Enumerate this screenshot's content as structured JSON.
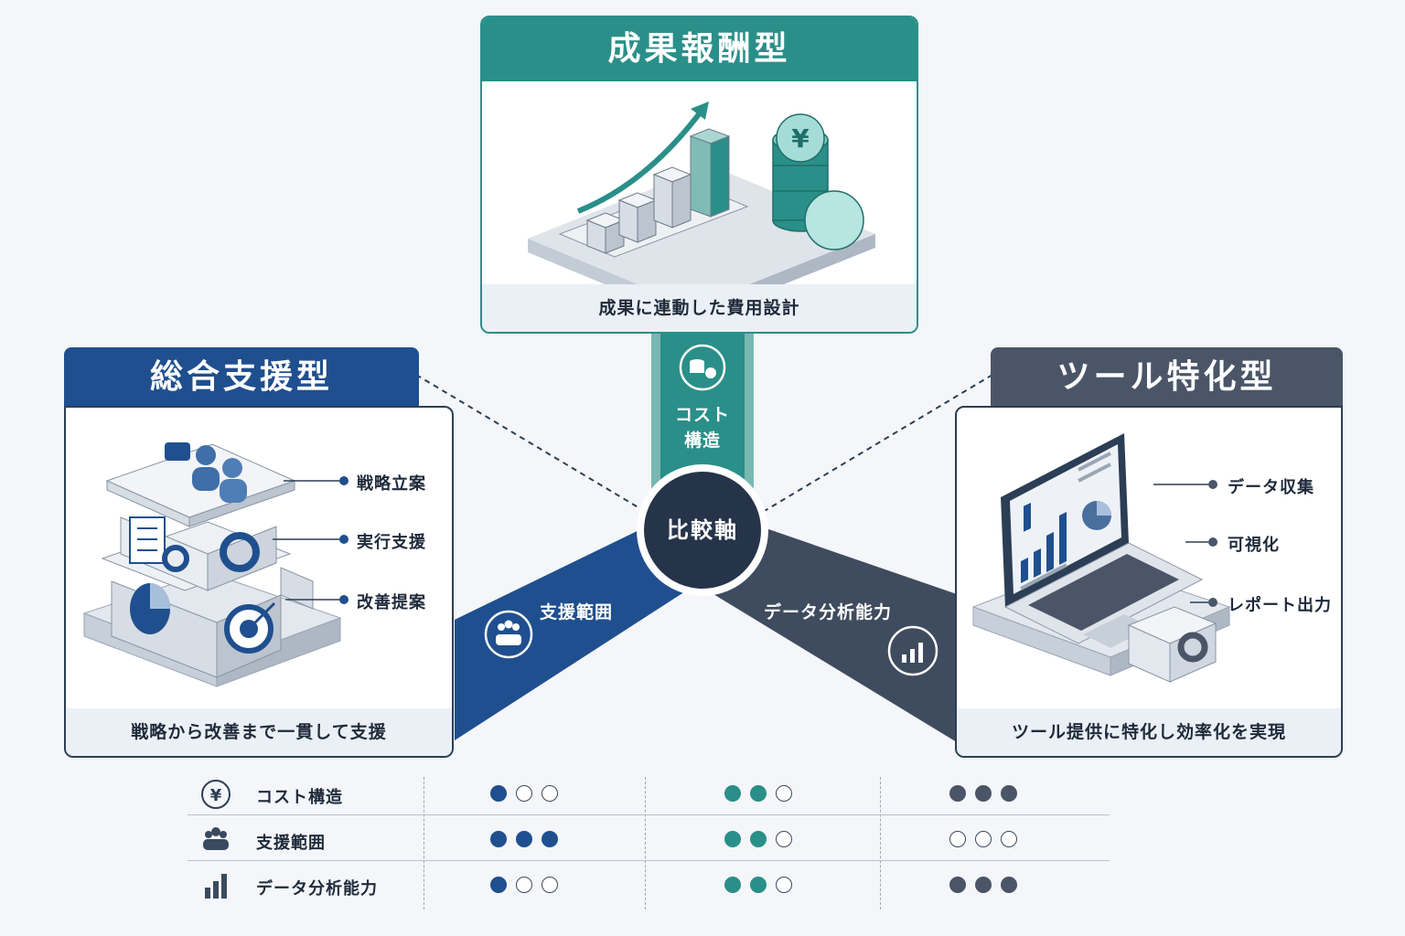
{
  "colors": {
    "blue": "#1f4f8e",
    "teal": "#2a8f89",
    "slate": "#4a5568",
    "navy": "#2c3e55"
  },
  "center": {
    "label": "比較軸"
  },
  "types": {
    "top": {
      "title": "成果報酬型",
      "caption": "成果に連動した費用設計",
      "icons": [
        "growth-chart-icon",
        "yen-coin-stack-icon"
      ]
    },
    "left": {
      "title": "総合支援型",
      "caption": "戦略から改善まで一貫して支援",
      "features": [
        "戦略立案",
        "実行支援",
        "改善提案"
      ],
      "icons": [
        "building-stack-icon"
      ]
    },
    "right": {
      "title": "ツール特化型",
      "caption": "ツール提供に特化し効率化を実現",
      "features": [
        "データ収集",
        "可視化",
        "レポート出力"
      ],
      "icons": [
        "laptop-dashboard-icon"
      ]
    }
  },
  "bands": {
    "top": {
      "line1": "コスト",
      "line2": "構造",
      "icon": "yen-coins-icon"
    },
    "left": {
      "label": "支援範囲",
      "icon": "people-icon"
    },
    "right": {
      "label": "データ分析能力",
      "icon": "bar-chart-icon"
    }
  },
  "comparison": {
    "rows": [
      {
        "label": "コスト構造",
        "icon": "yen-icon",
        "scores": [
          1,
          2,
          3
        ]
      },
      {
        "label": "支援範囲",
        "icon": "people-icon",
        "scores": [
          3,
          2,
          0
        ]
      },
      {
        "label": "データ分析能力",
        "icon": "bar-chart-icon",
        "scores": [
          1,
          2,
          3
        ]
      }
    ],
    "max": 3,
    "column_colors": [
      "#1f4f8e",
      "#2a8f89",
      "#4a5568"
    ]
  }
}
